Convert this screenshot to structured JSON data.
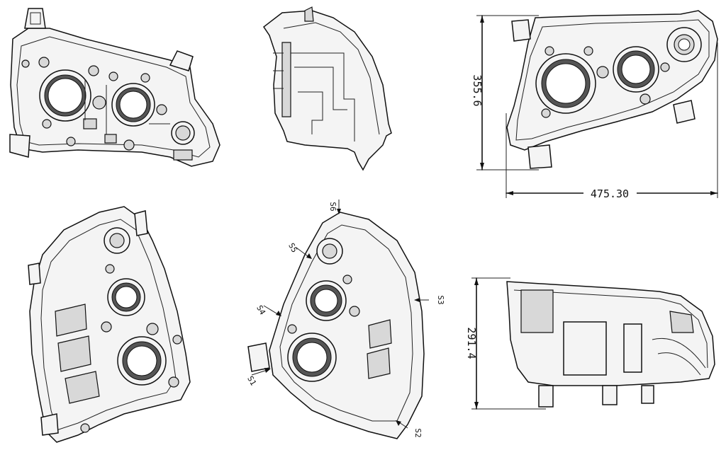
{
  "dimensions": {
    "height_top": "355.6",
    "width_top": "475.30",
    "height_side": "291.4"
  },
  "section_labels": {
    "s1": "S1",
    "s2": "S2",
    "s3": "S3",
    "s4": "S4",
    "s5": "S5",
    "s6": "S6"
  }
}
